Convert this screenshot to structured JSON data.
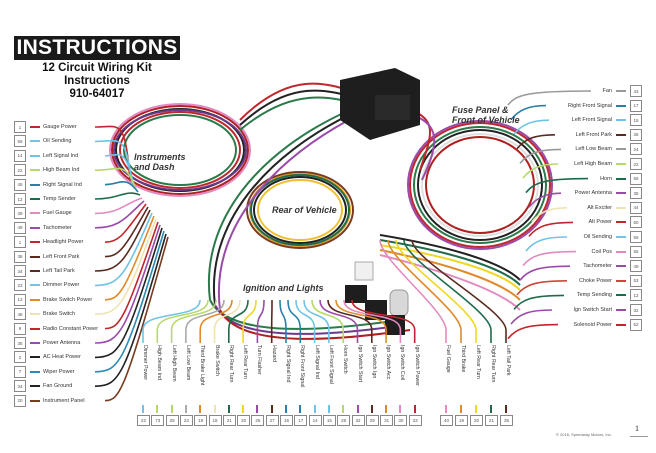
{
  "header": {
    "title": "INSTRUCTIONS",
    "subtitle_line1": "12 Circuit Wiring Kit",
    "subtitle_line2": "Instructions",
    "part_number": "910-64017"
  },
  "harness_labels": {
    "instruments": "Instruments and Dash",
    "rear": "Rear of Vehicle",
    "ignition": "Ignition and Lights",
    "fuse_panel": "Fuse Panel & Front of Vehicle"
  },
  "left_wires": [
    {
      "num": "1",
      "label": "Gauge Power",
      "color": "#c0262b"
    },
    {
      "num": "56",
      "label": "Oil Sending",
      "color": "#6ec4e8"
    },
    {
      "num": "14",
      "label": "Left Signal Ind",
      "color": "#6ec4e8"
    },
    {
      "num": "22",
      "label": "High Beam Ind",
      "color": "#b8d96a"
    },
    {
      "num": "45",
      "label": "Right Signal Ind",
      "color": "#2a7fa8"
    },
    {
      "num": "12",
      "label": "Temp Sender",
      "color": "#1e6b4a"
    },
    {
      "num": "39",
      "label": "Fuel Gauge",
      "color": "#e28ac0"
    },
    {
      "num": "49",
      "label": "Tachometer",
      "color": "#9a4aa8"
    },
    {
      "num": "1",
      "label": "Headlight Power",
      "color": "#c0262b"
    },
    {
      "num": "38",
      "label": "Left Front Park",
      "color": "#5a2a1e"
    },
    {
      "num": "34",
      "label": "Left Tail Park",
      "color": "#5a2a1e"
    },
    {
      "num": "23",
      "label": "Dimmer Power",
      "color": "#6ec4e8"
    },
    {
      "num": "13",
      "label": "Brake Switch Power",
      "color": "#e08a2a"
    },
    {
      "num": "48",
      "label": "Brake Switch",
      "color": "#efe3b0"
    },
    {
      "num": "9",
      "label": "Radio Constant Power",
      "color": "#c0262b"
    },
    {
      "num": "35",
      "label": "Power Antenna",
      "color": "#9a4aa8"
    },
    {
      "num": "2",
      "label": "AC Heat Power",
      "color": "#222222"
    },
    {
      "num": "7",
      "label": "Wiper Power",
      "color": "#2a8ab8"
    },
    {
      "num": "34",
      "label": "Fan Ground",
      "color": "#222222"
    },
    {
      "num": "20",
      "label": "Instrument Panel",
      "color": "#7a3a1e"
    }
  ],
  "right_wires": [
    {
      "num": "43",
      "label": "Fan",
      "color": "#999999"
    },
    {
      "num": "17",
      "label": "Right Front Signal",
      "color": "#2a7fa8"
    },
    {
      "num": "15",
      "label": "Left Front Signal",
      "color": "#6ec4e8"
    },
    {
      "num": "36",
      "label": "Left Front Park",
      "color": "#5a2a1e"
    },
    {
      "num": "24",
      "label": "Left Low Beam",
      "color": "#999999"
    },
    {
      "num": "22",
      "label": "Left High Beam",
      "color": "#b8d96a"
    },
    {
      "num": "55",
      "label": "Horn",
      "color": "#1e6b4a"
    },
    {
      "num": "35",
      "label": "Power Antenna",
      "color": "#9a4aa8"
    },
    {
      "num": "44",
      "label": "Alt Exciter",
      "color": "#efe3b0"
    },
    {
      "num": "50",
      "label": "Alt Power",
      "color": "#c0262b"
    },
    {
      "num": "56",
      "label": "Oil Sending",
      "color": "#6ec4e8"
    },
    {
      "num": "55",
      "label": "Coil Pos",
      "color": "#e28ac0"
    },
    {
      "num": "49",
      "label": "Tachometer",
      "color": "#9a4aa8"
    },
    {
      "num": "53",
      "label": "Choke Power",
      "color": "#d0453a"
    },
    {
      "num": "12",
      "label": "Temp Sending",
      "color": "#1e6b4a"
    },
    {
      "num": "32",
      "label": "Ign Switch Start",
      "color": "#9a4aa8"
    },
    {
      "num": "52",
      "label": "Solenoid Power",
      "color": "#c0262b"
    }
  ],
  "bottom_wires": [
    {
      "num": "22",
      "label": "Dimmer Power",
      "color": "#6ec4e8"
    },
    {
      "num": "73",
      "label": "High Beam Ind",
      "color": "#b8d96a"
    },
    {
      "num": "28",
      "label": "Left High Beam",
      "color": "#b8d96a"
    },
    {
      "num": "24",
      "label": "Left Low Beam",
      "color": "#aaaaaa"
    },
    {
      "num": "19",
      "label": "Third Brake Light",
      "color": "#e08a2a"
    },
    {
      "num": "18",
      "label": "Brake Switch",
      "color": "#efe3b0"
    },
    {
      "num": "21",
      "label": "Right Rear Turn",
      "color": "#1e6b4a"
    },
    {
      "num": "20",
      "label": "Left Rear Turn",
      "color": "#f0d820"
    },
    {
      "num": "25",
      "label": "Turn Flasher",
      "color": "#9a4aa8"
    },
    {
      "num": "27",
      "label": "Hazard",
      "color": "#5a2a1e"
    },
    {
      "num": "16",
      "label": "Right Signal Ind",
      "color": "#2a7fa8"
    },
    {
      "num": "17",
      "label": "Right Front Signal",
      "color": "#2a7fa8"
    },
    {
      "num": "14",
      "label": "Left Signal Ind",
      "color": "#6ec4e8"
    },
    {
      "num": "15",
      "label": "Left Front Signal",
      "color": "#6ec4e8"
    },
    {
      "num": "26",
      "label": "Horn Switch",
      "color": "#b8d96a"
    },
    {
      "num": "32",
      "label": "Ign Switch Start",
      "color": "#9a4aa8"
    },
    {
      "num": "29",
      "label": "Ign Switch Ign",
      "color": "#5a2a1e"
    },
    {
      "num": "31",
      "label": "Ign Switch Acc",
      "color": "#e08a2a"
    },
    {
      "num": "30",
      "label": "Ign Switch Coil",
      "color": "#e28ac0"
    },
    {
      "num": "33",
      "label": "Ign Switch Power",
      "color": "#c0262b"
    },
    {
      "num": "40",
      "label": "Fuel Gauge",
      "color": "#e28ac0"
    },
    {
      "num": "19",
      "label": "Third Brake",
      "color": "#e08a2a"
    },
    {
      "num": "20",
      "label": "Left Rear Turn",
      "color": "#f0d820"
    },
    {
      "num": "21",
      "label": "Right Rear Turn",
      "color": "#1e6b4a"
    },
    {
      "num": "35",
      "label": "Left Tail Park",
      "color": "#5a2a1e"
    }
  ],
  "footer": {
    "copyright": "© 2016, Speedway Motors, Inc.",
    "page_number": "1"
  }
}
